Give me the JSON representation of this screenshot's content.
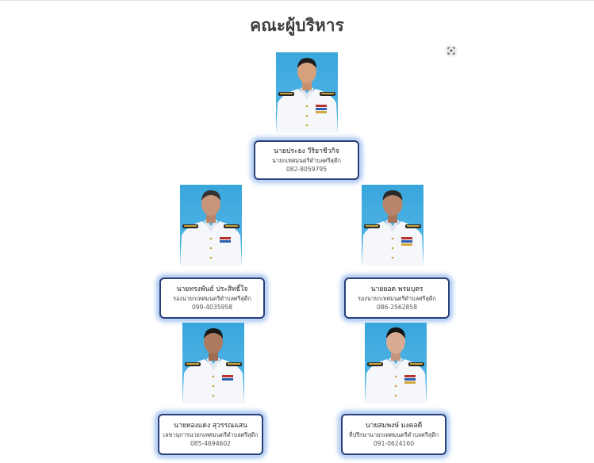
{
  "page": {
    "title": "คณะผู้บริหาร"
  },
  "icons": {
    "expand": "expand-icon"
  },
  "colors": {
    "card_border": "#27407a",
    "card_glow": "#8fb4ec",
    "photo_bg": "#39a6dc",
    "uniform": "#f5f7fb"
  },
  "members": [
    {
      "name": "นายประยง  วีริยาชีวกิจ",
      "position": "นายกเทศมนตรีตำบลศรีสุดีก",
      "phone": "082-8059795"
    },
    {
      "name": "นายทรงพันธ์  ประสิทธิ์ใจ",
      "position": "รองนายกเทศมนตรีตำบลศรีสุดีก",
      "phone": "099-4035958"
    },
    {
      "name": "นายยอด  พรมบุตร",
      "position": "รองนายกเทศมนตรีตำบลศรีสุดีก",
      "phone": "086-2562858"
    },
    {
      "name": "นายทองแดง  สุวรรณแสน",
      "position": "เลขานุการนายกเทศมนตรีตำบลศรีสุดีก",
      "phone": "085-4694602"
    },
    {
      "name": "นายสมพงษ์  มงคลดี",
      "position": "ที่ปรึกษานายกเทศมนตรีตำบลศรีสุดีก",
      "phone": "091-0624160"
    }
  ]
}
